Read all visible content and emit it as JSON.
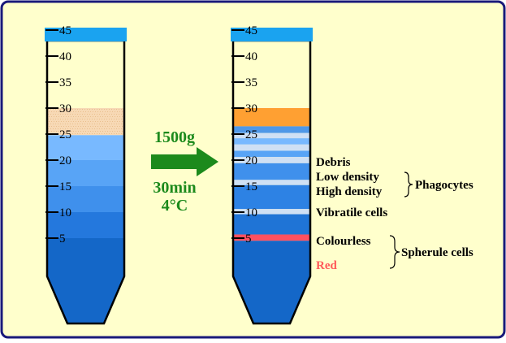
{
  "colors": {
    "frame_bg": "#ffffcc",
    "frame_border": "#1a1a7a",
    "cap": "#1aa3f0",
    "arrow": "#1c8a1c",
    "orange_band": "#ffa032",
    "light_band": "#cfe0f4",
    "red_band": "#ff5060",
    "red_label": "#ff5a5a",
    "conical_bottom": "#0d5fb0"
  },
  "scale_ticks": [
    "45",
    "40",
    "35",
    "30",
    "25",
    "20",
    "15",
    "10",
    "5"
  ],
  "before_tube": {
    "layers": [
      {
        "name": "plasma-layer",
        "from": 24.8,
        "to": 30,
        "color": "#f7d9b5"
      },
      {
        "name": "blue-layer-1",
        "from": 20,
        "to": 24.8,
        "color": "#78b9ff"
      },
      {
        "name": "blue-layer-2",
        "from": 15,
        "to": 20,
        "color": "#58a4f6"
      },
      {
        "name": "blue-layer-3",
        "from": 10,
        "to": 15,
        "color": "#3f90ec"
      },
      {
        "name": "blue-layer-4",
        "from": 5,
        "to": 10,
        "color": "#2478dd"
      },
      {
        "name": "blue-layer-5",
        "from": 0,
        "to": 5,
        "color": "#1467c8"
      }
    ]
  },
  "after_tube": {
    "layers": [
      {
        "name": "debris-band",
        "from": 26.5,
        "to": 30,
        "color": "#ffa032"
      },
      {
        "name": "blue-layer-a",
        "from": 25.2,
        "to": 26.5,
        "color": "#4f98e8"
      },
      {
        "name": "light-band-1",
        "from": 24.2,
        "to": 25.2,
        "color": "#cfe0f4"
      },
      {
        "name": "blue-layer-b",
        "from": 23,
        "to": 24.2,
        "color": "#78b9ff"
      },
      {
        "name": "light-band-2",
        "from": 21.8,
        "to": 23,
        "color": "#cfe0f4"
      },
      {
        "name": "blue-layer-c",
        "from": 20.6,
        "to": 21.8,
        "color": "#58a4f6"
      },
      {
        "name": "light-band-3",
        "from": 19.4,
        "to": 20.6,
        "color": "#cfe0f4"
      },
      {
        "name": "blue-layer-d",
        "from": 16.2,
        "to": 19.4,
        "color": "#3f90ec"
      },
      {
        "name": "light-band-4",
        "from": 15.2,
        "to": 16.2,
        "color": "#cfe0f4"
      },
      {
        "name": "blue-layer-e",
        "from": 10.6,
        "to": 15.2,
        "color": "#2d82e4"
      },
      {
        "name": "light-band-5",
        "from": 9.6,
        "to": 10.6,
        "color": "#cfe0f4"
      },
      {
        "name": "blue-layer-f",
        "from": 5.7,
        "to": 9.6,
        "color": "#1f74d6"
      },
      {
        "name": "red-band",
        "from": 4.5,
        "to": 5.7,
        "color": "#ff5060"
      },
      {
        "name": "blue-layer-g",
        "from": 0,
        "to": 4.5,
        "color": "#1467c8"
      }
    ]
  },
  "centrifuge": {
    "speed": "1500g",
    "time": "30min",
    "temperature": "4°C"
  },
  "labels": {
    "debris": "Debris",
    "low_density": "Low density",
    "high_density": "High density",
    "vibratile": "Vibratile cells",
    "colourless": "Colourless",
    "red": "Red",
    "phagocytes": "Phagocytes",
    "spherule_cells": "Spherule cells"
  }
}
